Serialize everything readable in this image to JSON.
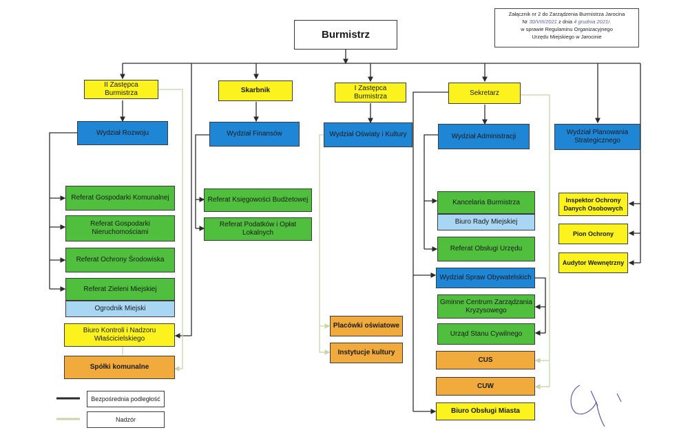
{
  "header_note": {
    "line1": "Załącznik nr 2 do Zarządzenia Burmistrza Jarocina",
    "line2_prefix": "Nr",
    "line2_number": "30/VIII/2021",
    "line2_mid": "z dnia",
    "line2_date": "4 grudnia 2021r.",
    "line3": "w sprawie Regulaminu Organizacyjnego",
    "line4": "Urzędu Miejskiego w Jarocinie"
  },
  "nodes": {
    "burmistrz": "Burmistrz",
    "ii_zastepca": "II Zastępca Burmistrza",
    "skarbnik": "Skarbnik",
    "i_zastepca": "I Zastępca Burmistrza",
    "sekretarz": "Sekretarz",
    "wydzial_rozwoju": "Wydział Rozwoju",
    "wydzial_finansow": "Wydział Finansów",
    "wydzial_oswiaty": "Wydział Oświaty i Kultury",
    "wydzial_administracji": "Wydział Administracji",
    "wydzial_planowania": "Wydział Planowania Strategicznego",
    "ref_gosp_komunalnej": "Referat Gospodarki Komunalnej",
    "ref_gosp_nieruchomosciami": "Referat Gospodarki Nieruchomościami",
    "ref_ochrony_srodowiska": "Referat Ochrony Środowiska",
    "ref_zieleni": "Referat Zieleni Miejskiej",
    "ogrodnik": "Ogrodnik Miejski",
    "biuro_kontroli": "Biuro Kontroli i Nadzoru Właścicielskiego",
    "spolki": "Spółki komunalne",
    "ref_ksiegowosci": "Referat Księgowości Budżetowej",
    "ref_podatkow": "Referat Podatków i Opłat Lokalnych",
    "placowki": "Placówki oświatowe",
    "instytucje": "Instytucje kultury",
    "kancelaria": "Kancelaria Burmistrza",
    "biuro_rady": "Biuro Rady Miejskiej",
    "ref_obslugi_urzedu": "Referat Obsługi Urzędu",
    "wydzial_spraw_obyw": "Wydział Spraw Obywatelskich",
    "gczk": "Gminne Centrum Zarządzania Kryzysowego",
    "usc": "Urząd Stanu Cywilnego",
    "cus": "CUS",
    "cuw": "CUW",
    "biuro_obslugi_miasta": "Biuro Obsługi Miasta",
    "iod": "Inspektor Ochrony Danych Osobowych",
    "pion_ochrony": "Pion Ochrony",
    "audytor": "Audytor Wewnętrzny"
  },
  "legend": {
    "direct": "Bezpośrednia podległość",
    "supervision": "Nadzór"
  },
  "colors": {
    "yellow": "#fbf21e",
    "blue": "#1f86d6",
    "green": "#4fbf3d",
    "light_blue": "#a9d6f2",
    "orange": "#f0ab3c",
    "direct_line": "#2a2a2a",
    "supervision_line": "#c8d4a8"
  }
}
